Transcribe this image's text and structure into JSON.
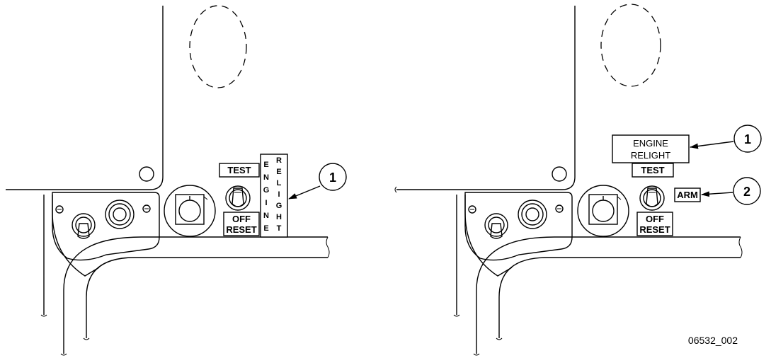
{
  "figure_id": "06532_002",
  "left_view": {
    "test_label": "TEST",
    "off_label": "OFF",
    "reset_label": "RESET",
    "engine_letters": [
      "E",
      "N",
      "G",
      "I",
      "N",
      "E"
    ],
    "relight_letters": [
      "R",
      "E",
      "L",
      "I",
      "G",
      "H",
      "T"
    ],
    "callout_1": "1"
  },
  "right_view": {
    "engine_label": "ENGINE",
    "relight_label": "RELIGHT",
    "test_label": "TEST",
    "off_label": "OFF",
    "reset_label": "RESET",
    "arm_label": "ARM",
    "callout_1": "1",
    "callout_2": "2"
  }
}
